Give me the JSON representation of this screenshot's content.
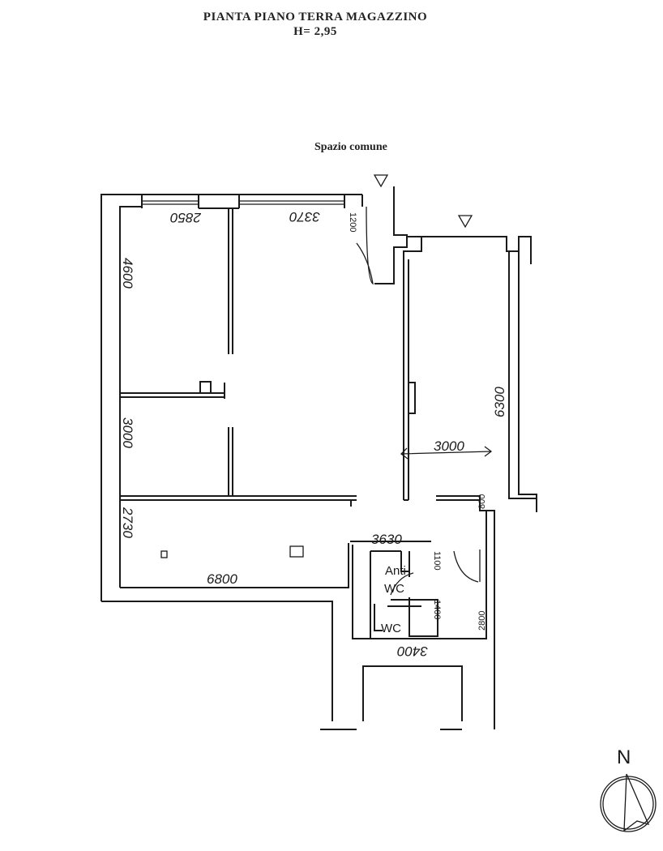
{
  "title": "PIANTA PIANO TERRA MAGAZZINO",
  "height_label": "H= 2,95",
  "area_label": "Spazio comune",
  "dimensions": {
    "d2850": "2850",
    "d3370": "3370",
    "d1200": "1200",
    "d4600": "4600",
    "d3000_left": "3000",
    "d6300": "6300",
    "d3000_right": "3000",
    "d2730": "2730",
    "d6800": "6800",
    "d3630": "3630",
    "d800": "800",
    "d1100": "1100",
    "d1400": "1400",
    "d2800": "2800",
    "d3400": "3400"
  },
  "rooms": {
    "anti": "Anti",
    "wc_anti": "WC",
    "wc": "WC"
  },
  "compass": {
    "label": "N"
  }
}
